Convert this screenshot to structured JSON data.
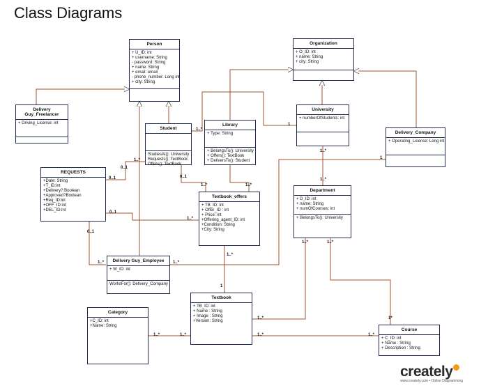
{
  "page_title": "Class Diagrams",
  "classes": {
    "person": {
      "name": "Person",
      "attributes": [
        "+ U_ID: int",
        "+ username: String",
        "- password: String",
        "+ name: String",
        "+ email: email",
        "- phone_number: Long int",
        "+ city: String"
      ],
      "methods": []
    },
    "organization": {
      "name": "Organization",
      "attributes": [
        "+ O_ID: int",
        "+ name: String",
        "+ city: String"
      ],
      "methods": []
    },
    "freelancer": {
      "name": "Delivery Guy_Freelancer",
      "attributes": [
        "+ Driving_License: int"
      ],
      "methods": []
    },
    "student": {
      "name": "Student",
      "attributes": [],
      "methods": [
        "StudiesAt(): University",
        "Requests(): TextBook",
        "Offers(): TextBook"
      ]
    },
    "library": {
      "name": "Library",
      "attributes": [
        "+ Type: String"
      ],
      "methods": [
        "+ BelongsTo(): University",
        "+ Offers(): TextBook",
        "+ DeliversTo(): Student"
      ]
    },
    "university": {
      "name": "University",
      "attributes": [
        "+ numberOfStudents: int"
      ],
      "methods": []
    },
    "delivery_company": {
      "name": "Delivery_Company",
      "attributes": [
        "+ Operating_License: Long int"
      ],
      "methods": []
    },
    "requests": {
      "name": "REQUESTS",
      "attributes": [
        "+Date: String",
        "+T_ID:int",
        "+Delivery?:Boolean",
        "+Approved?Boolean",
        "+Req_ID:int",
        "+OFF_ID:int",
        "+DEL_ID:int"
      ],
      "methods": []
    },
    "textbook_offers": {
      "name": "Textbook_offers",
      "attributes": [
        "+ TB_ID: int",
        "+ Offer_ID : int",
        "+ Price: int",
        "+Offering_agent_ID: int",
        "+Condition: String",
        "+City: String"
      ],
      "methods": []
    },
    "department": {
      "name": "Department",
      "attributes": [
        "+ D_ID: int",
        "+ name: String",
        "+ numOfCourses: int"
      ],
      "methods": [
        "+ BelongsTo(): University"
      ]
    },
    "employee": {
      "name": "Delivery Guy_Employee",
      "attributes": [
        "+ W_ID: int"
      ],
      "methods": [
        "WorksFor(): Delivery_Company"
      ]
    },
    "textbook": {
      "name": "Textbook",
      "attributes": [
        "+ TB_ID: int",
        "+ Name : String",
        "+ Image : String",
        "+Version: String"
      ],
      "methods": []
    },
    "category": {
      "name": "Category",
      "attributes": [
        "+C_ID: int",
        "+Name: String"
      ],
      "methods": []
    },
    "course": {
      "name": "Course",
      "attributes": [
        "+ C_ID: int",
        "+ Name : String",
        "+ Description : String"
      ],
      "methods": []
    }
  },
  "multiplicities": {
    "student_library": "1..*",
    "library_university": "1",
    "requests_student": "1..*",
    "requests_student_near": "0..1",
    "student_offers": "0..1",
    "offers_student": "1..*",
    "library_offers": "0..1",
    "offers_library": "1..*",
    "requests_offers": "0..1",
    "offers_requests": "1..*",
    "requests_employee": "0..1",
    "employee_requests": "1..*",
    "employee_company": "1..*",
    "company_end": "1",
    "university_department": "1..*",
    "department_university": "1..*",
    "offers_textbook": "1..*",
    "textbook_offers_end": "1",
    "dept_textbook": "1..*",
    "textbook_dept": "1..*",
    "dept_course": "1..*",
    "course_dept": "1*",
    "category_textbook": "1..*",
    "textbook_category": "1..*",
    "textbook_course": "1..*",
    "course_textbook": "1..*"
  },
  "logo": {
    "wordmark": "creately",
    "tagline": "www.creately.com • Online Diagramming"
  },
  "colors": {
    "border": "#1f2a4d",
    "generalization": "#a0522d",
    "association": "#a0522d"
  }
}
